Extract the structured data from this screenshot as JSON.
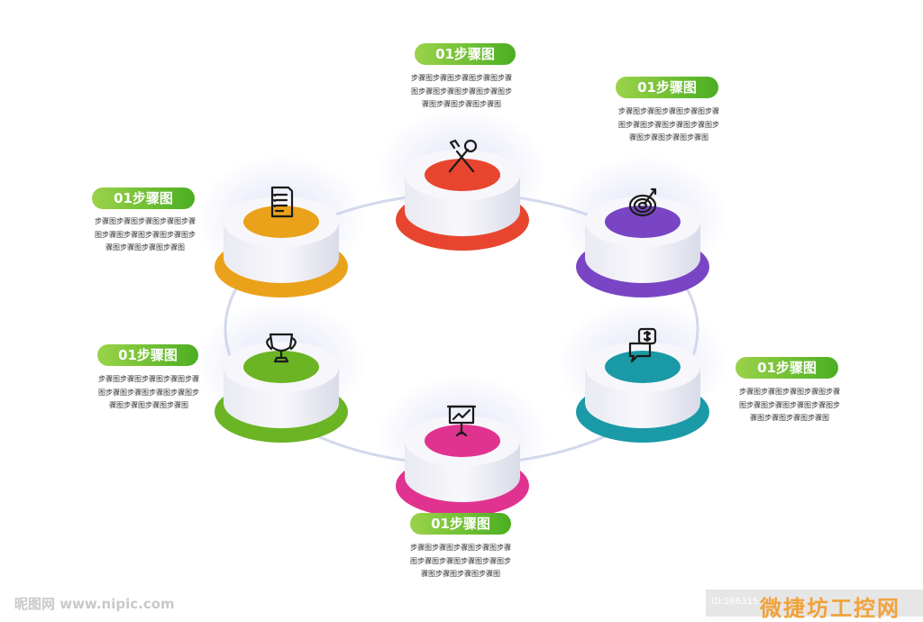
{
  "colors": {
    "pill_start": "#9bd34a",
    "pill_end": "#4cae22",
    "ring": "#d3d9ec",
    "cylinder_top": "#f7f7fb",
    "cylinder_side": "#e4e5ef"
  },
  "steps": [
    {
      "title": "01步骤图",
      "lines": [
        "步骤图步骤图步骤图步骤图步骤",
        "图步骤图步骤图步骤图步骤图步",
        "骤图步骤图步骤图步骤图"
      ],
      "color": "#e8452f",
      "icon": "wrench-screwdriver-icon"
    },
    {
      "title": "01步骤图",
      "lines": [
        "步骤图步骤图步骤图步骤图步骤",
        "图步骤图步骤图步骤图步骤图步",
        "骤图步骤图步骤图步骤图"
      ],
      "color": "#7a45c4",
      "icon": "target-icon"
    },
    {
      "title": "01步骤图",
      "lines": [
        "步骤图步骤图步骤图步骤图步骤",
        "图步骤图步骤图步骤图步骤图步",
        "骤图步骤图步骤图步骤图"
      ],
      "color": "#1a9aa6",
      "icon": "money-chat-icon"
    },
    {
      "title": "01步骤图",
      "lines": [
        "步骤图步骤图步骤图步骤图步骤",
        "图步骤图步骤图步骤图步骤图步",
        "骤图步骤图步骤图步骤图"
      ],
      "color": "#e0338f",
      "icon": "presentation-chart-icon"
    },
    {
      "title": "01步骤图",
      "lines": [
        "步骤图步骤图步骤图步骤图步骤",
        "图步骤图步骤图步骤图步骤图步",
        "骤图步骤图步骤图步骤图"
      ],
      "color": "#6bb424",
      "icon": "trophy-icon"
    },
    {
      "title": "01步骤图",
      "lines": [
        "步骤图步骤图步骤图步骤图步骤",
        "图步骤图步骤图步骤图步骤图步",
        "骤图步骤图步骤图步骤图"
      ],
      "color": "#eaa21a",
      "icon": "checklist-icon"
    }
  ],
  "watermark": {
    "left": "昵图网 www.nipic.com",
    "id": "ID:266315",
    "brand": "微捷坊工控网"
  }
}
